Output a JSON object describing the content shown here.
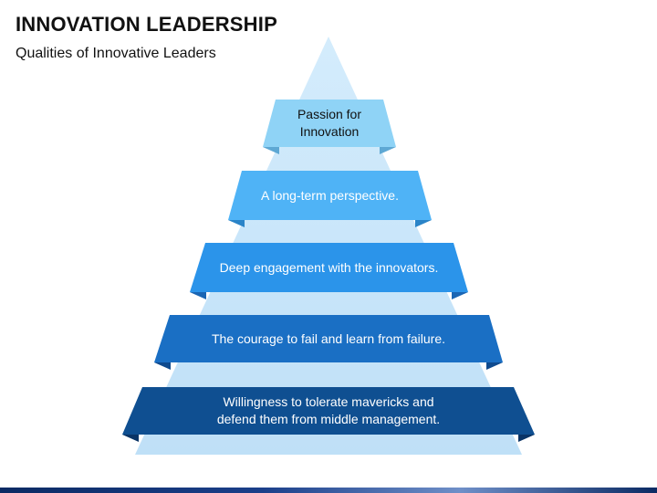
{
  "title": "INNOVATION LEADERSHIP",
  "subtitle": "Qualities of Innovative Leaders",
  "levels": [
    {
      "label": "Passion for\nInnovation",
      "color": "#8fd3f6",
      "fold": "#5ea8d4",
      "text_color": "#111111"
    },
    {
      "label": "A long-term perspective.",
      "color": "#4fb3f6",
      "fold": "#2a84c8",
      "text_color": "#ffffff"
    },
    {
      "label": "Deep engagement with the innovators.",
      "color": "#2b94ea",
      "fold": "#1b66b4",
      "text_color": "#ffffff"
    },
    {
      "label": "The courage to fail and learn from failure.",
      "color": "#1a6fc4",
      "fold": "#0f4a8e",
      "text_color": "#ffffff"
    },
    {
      "label": "Willingness to tolerate mavericks and\ndefend them from middle management.",
      "color": "#0f4f91",
      "fold": "#0a3466",
      "text_color": "#ffffff"
    }
  ],
  "colors": {
    "pyramid_top": "#cfe9fb",
    "pyramid_bottom": "#bfe0f7"
  }
}
